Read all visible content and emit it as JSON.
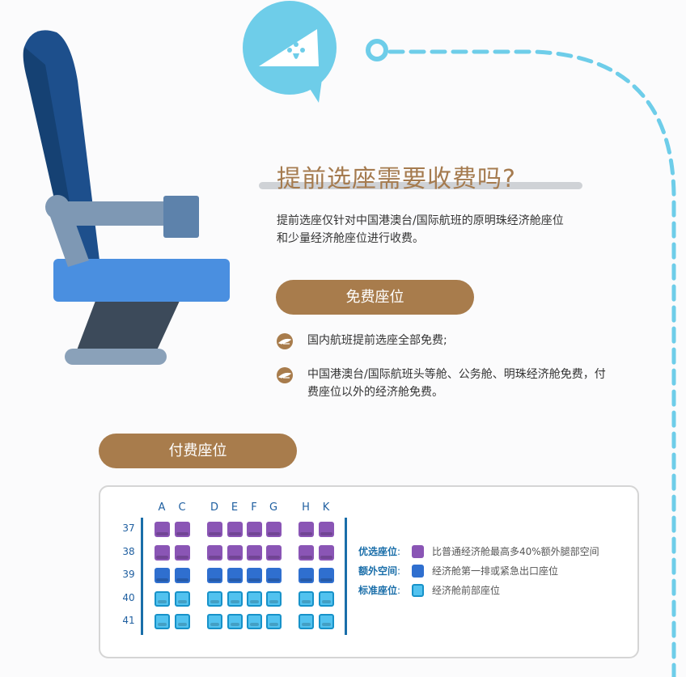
{
  "title": "提前选座需要收费吗?",
  "intro": [
    "提前选座仅针对中国港澳台/国际航班的原明珠经济舱座位",
    "和少量经济舱座位进行收费。"
  ],
  "free_section": {
    "label": "免费座位",
    "bullets": [
      [
        "国内航班提前选座全部免费;"
      ],
      [
        "中国港澳台/国际航班头等舱、公务舱、明珠经济舱免费，付",
        "费座位以外的经济舱免费。"
      ]
    ]
  },
  "paid_section": {
    "label": "付费座位"
  },
  "seat_map": {
    "columns": [
      "A",
      "C",
      "D",
      "E",
      "F",
      "G",
      "H",
      "K"
    ],
    "rows": [
      {
        "number": "37",
        "type": "premium"
      },
      {
        "number": "38",
        "type": "premium"
      },
      {
        "number": "39",
        "type": "extra"
      },
      {
        "number": "40",
        "type": "standard"
      },
      {
        "number": "41",
        "type": "standard"
      }
    ]
  },
  "legend": [
    {
      "type": "premium",
      "label": "优选座位",
      "colon": ":",
      "desc": "比普通经济舱最高多40%额外腿部空间",
      "color": "#8a55b5"
    },
    {
      "type": "extra",
      "label": "额外空间",
      "colon": ":",
      "desc": "经济舱第一排或紧急出口座位",
      "color": "#2f6fcf"
    },
    {
      "type": "standard",
      "label": "标准座位",
      "colon": ":",
      "desc": "经济舱前部座位",
      "color": "#52c2ef"
    }
  ],
  "colors": {
    "accent": "#a87c4c",
    "brand_blue": "#1a6ea9",
    "light_blue": "#6ecde9"
  },
  "icons": {
    "logo": "airline-kapok-logo-icon",
    "bullet": "airplane-icon",
    "chair": "airplane-seat-illustration"
  }
}
